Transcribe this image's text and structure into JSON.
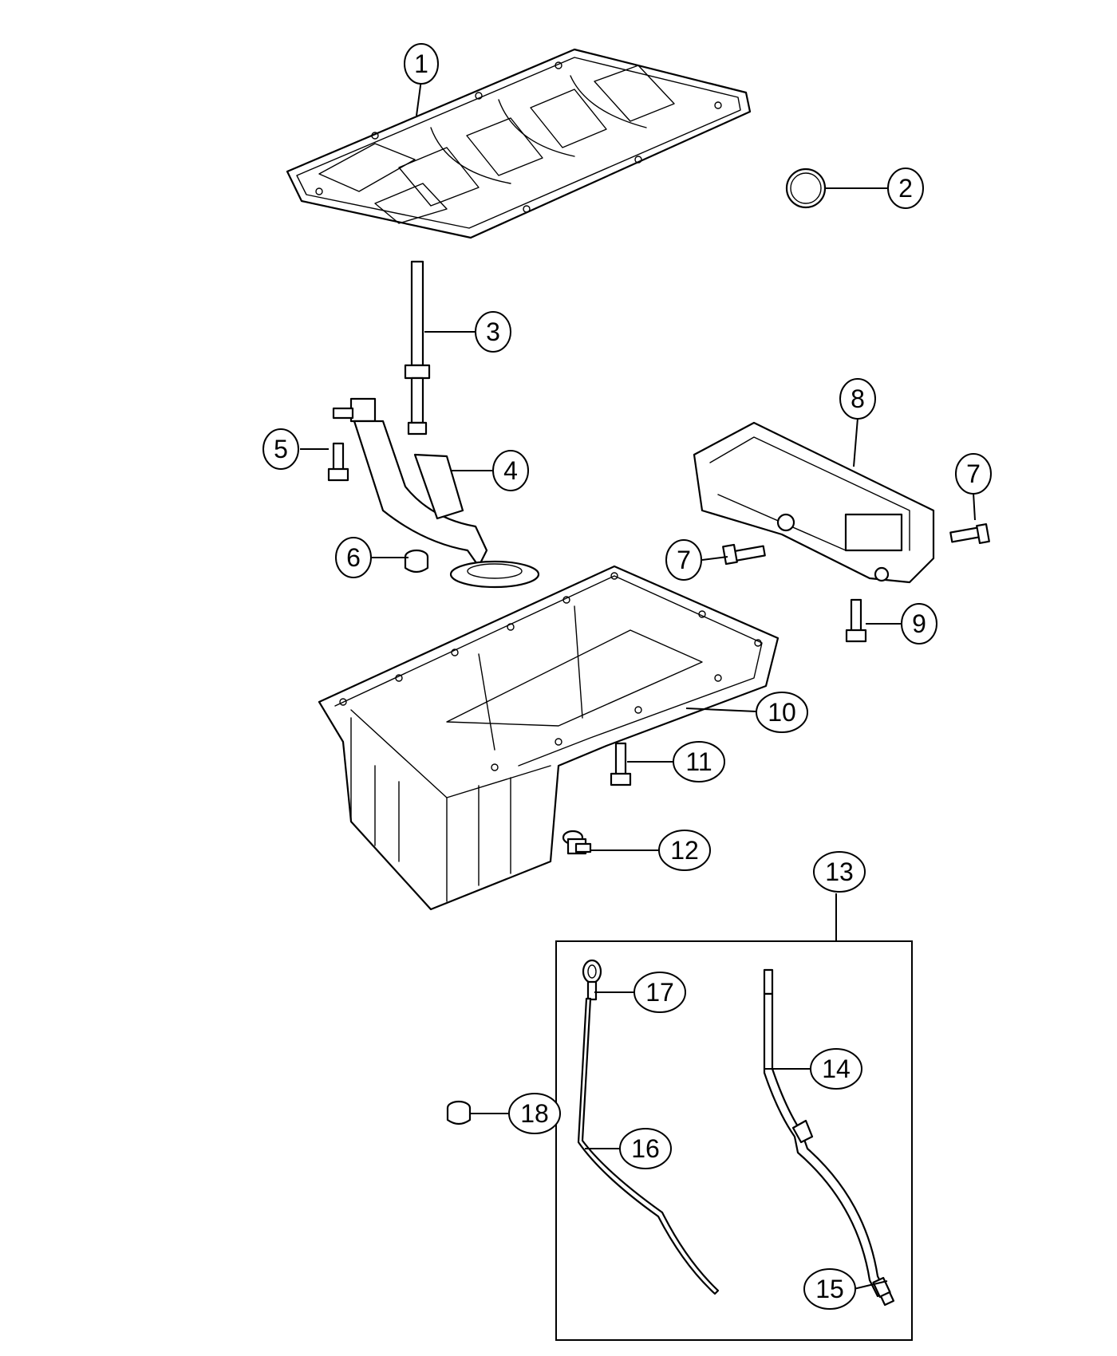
{
  "callouts": [
    {
      "id": "c1",
      "label": "1"
    },
    {
      "id": "c2",
      "label": "2"
    },
    {
      "id": "c3",
      "label": "3"
    },
    {
      "id": "c4",
      "label": "4"
    },
    {
      "id": "c5",
      "label": "5"
    },
    {
      "id": "c6",
      "label": "6"
    },
    {
      "id": "c7a",
      "label": "7"
    },
    {
      "id": "c7b",
      "label": "7"
    },
    {
      "id": "c8",
      "label": "8"
    },
    {
      "id": "c9",
      "label": "9"
    },
    {
      "id": "c10",
      "label": "10"
    },
    {
      "id": "c11",
      "label": "11"
    },
    {
      "id": "c12",
      "label": "12"
    },
    {
      "id": "c13",
      "label": "13"
    },
    {
      "id": "c14",
      "label": "14"
    },
    {
      "id": "c15",
      "label": "15"
    },
    {
      "id": "c16",
      "label": "16"
    },
    {
      "id": "c17",
      "label": "17"
    },
    {
      "id": "c18",
      "label": "18"
    }
  ]
}
